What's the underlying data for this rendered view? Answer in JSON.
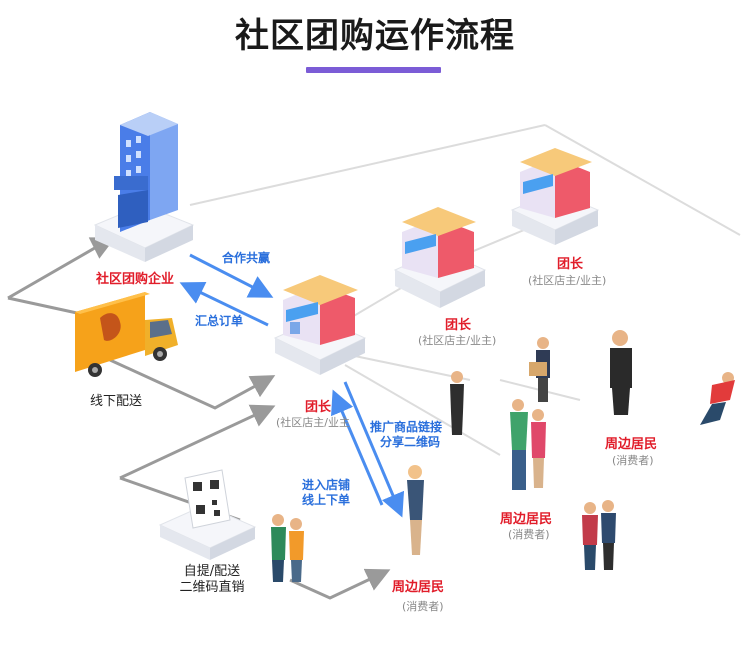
{
  "title": "社区团购运作流程",
  "colors": {
    "accent": "#7b5cd6",
    "leader_red": "#e11d2a",
    "arrow_blue": "#4a8df0",
    "line_gray": "#9a9a9a"
  },
  "nodes": {
    "enterprise": {
      "label": "社区团购企业"
    },
    "delivery": {
      "label": "线下配送"
    },
    "leader_main": {
      "label": "团长",
      "sub": "(社区店主/业主"
    },
    "leader_mid": {
      "label": "团长",
      "sub": "(社区店主/业主)"
    },
    "leader_top": {
      "label": "团长",
      "sub": "(社区店主/业主)"
    },
    "pickup": {
      "label_line1": "自提/配送",
      "label_line2": "二维码直销"
    },
    "residents_bottom": {
      "label": "周边居民",
      "sub": "(消费者)"
    },
    "residents_mid": {
      "label": "周边居民",
      "sub": "(消费者)"
    },
    "residents_right": {
      "label": "周边居民",
      "sub": "(消费者)"
    }
  },
  "edges": {
    "cooperation": "合作共赢",
    "summary_order": "汇总订单",
    "promote_line1": "推广商品链接",
    "promote_line2": "分享二维码",
    "enter_line1": "进入店铺",
    "enter_line2": "线上下单"
  },
  "icons": {
    "building": "office-building-icon",
    "truck": "delivery-truck-icon",
    "shop": "storefront-icon",
    "qr": "qr-code-icon",
    "person": "person-icon"
  }
}
